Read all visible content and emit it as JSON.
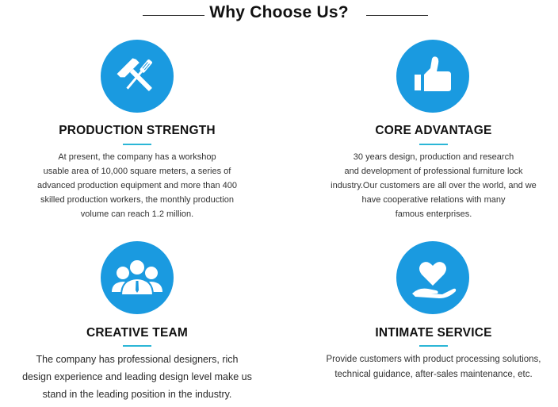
{
  "page": {
    "title": "Why Choose Us?",
    "accent_color": "#1a9ae0",
    "underline_color": "#2bb6d6"
  },
  "features": [
    {
      "icon": "hammer-screwdriver-icon",
      "heading": "PRODUCTION STRENGTH",
      "lines": [
        "At present, the company has a workshop",
        "usable area of 10,000 square meters, a series of",
        "advanced production equipment and more than 400",
        "skilled production workers, the monthly production",
        "volume can reach 1.2 million."
      ]
    },
    {
      "icon": "thumbs-up-icon",
      "heading": "CORE ADVANTAGE",
      "lines": [
        "30 years design, production and research",
        "and development of professional furniture lock",
        "industry.Our customers are all over the world, and we",
        "have cooperative relations with many",
        "famous enterprises."
      ]
    },
    {
      "icon": "team-icon",
      "heading": "CREATIVE TEAM",
      "lines": [
        "The company has professional designers, rich",
        "design experience and leading design level make us",
        "stand in the leading position in the industry."
      ]
    },
    {
      "icon": "heart-hand-icon",
      "heading": "INTIMATE SERVICE",
      "lines": [
        "Provide customers with product processing solutions,",
        "technical guidance, after-sales maintenance, etc."
      ]
    }
  ]
}
